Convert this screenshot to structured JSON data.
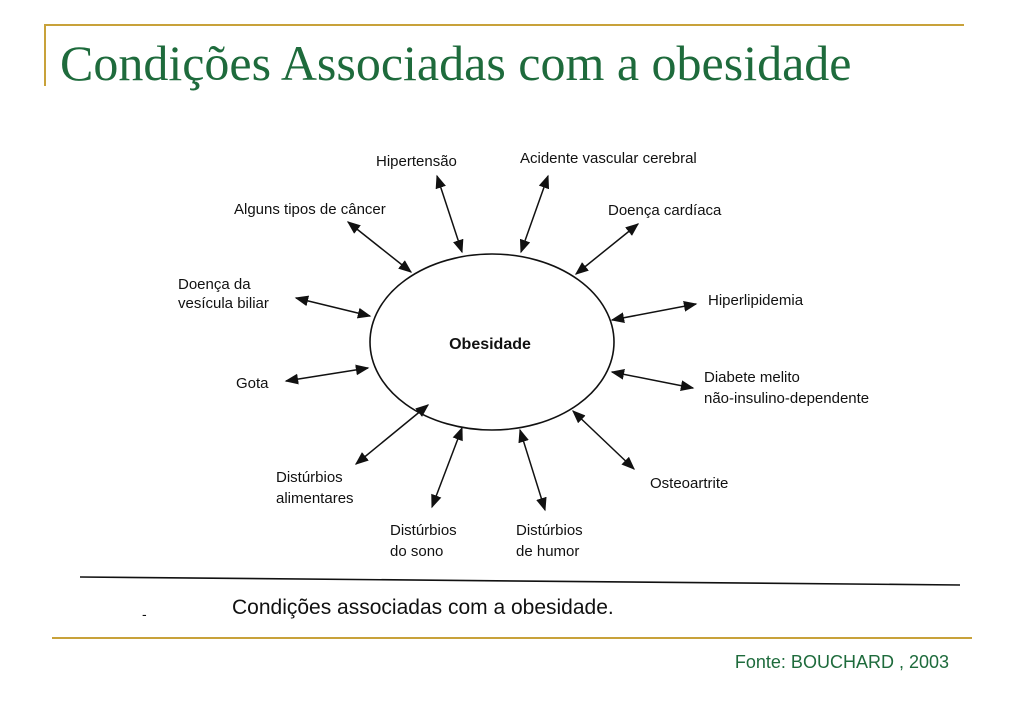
{
  "slide": {
    "title": "Condições Associadas com a obesidade",
    "source": "Fonte: BOUCHARD , 2003"
  },
  "colors": {
    "title": "#1e6b3c",
    "accent": "#c8a23a",
    "source": "#1e6b3c",
    "ink": "#111111"
  },
  "figure": {
    "center_label": "Obesidade",
    "caption": "Condições associadas com a obesidade.",
    "caption_dash": "-",
    "conditions": [
      {
        "label_lines": [
          "Hipertensão"
        ]
      },
      {
        "label_lines": [
          "Acidente vascular cerebral"
        ]
      },
      {
        "label_lines": [
          "Alguns tipos de câncer"
        ]
      },
      {
        "label_lines": [
          "Doença cardíaca"
        ]
      },
      {
        "label_lines": [
          "Doença da",
          "vesícula biliar"
        ]
      },
      {
        "label_lines": [
          "Hiperlipidemia"
        ]
      },
      {
        "label_lines": [
          "Gota"
        ]
      },
      {
        "label_lines": [
          "Diabete melito",
          "não-insulino-dependente"
        ]
      },
      {
        "label_lines": [
          "Distúrbios",
          "alimentares"
        ]
      },
      {
        "label_lines": [
          "Osteoartrite"
        ]
      },
      {
        "label_lines": [
          "Distúrbios",
          "do sono"
        ]
      },
      {
        "label_lines": [
          "Distúrbios",
          "de humor"
        ]
      }
    ]
  }
}
